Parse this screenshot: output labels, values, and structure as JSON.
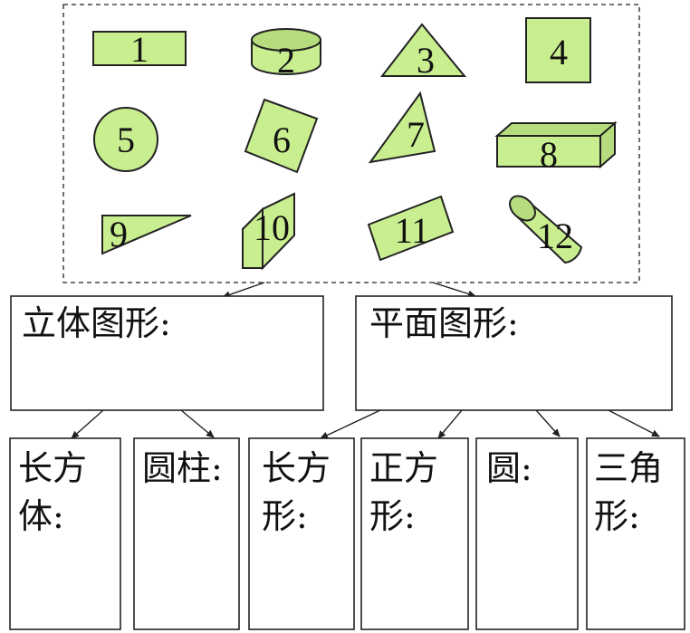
{
  "colors": {
    "shape_fill": "#c9ee8f",
    "shape_fill_dark": "#b7dc7d",
    "stroke": "#222222"
  },
  "shapes": [
    {
      "label": "1",
      "kind": "rectangle"
    },
    {
      "label": "2",
      "kind": "cylinder"
    },
    {
      "label": "3",
      "kind": "triangle"
    },
    {
      "label": "4",
      "kind": "square"
    },
    {
      "label": "5",
      "kind": "circle"
    },
    {
      "label": "6",
      "kind": "square"
    },
    {
      "label": "7",
      "kind": "triangle"
    },
    {
      "label": "8",
      "kind": "cuboid"
    },
    {
      "label": "9",
      "kind": "triangle"
    },
    {
      "label": "10",
      "kind": "cuboid"
    },
    {
      "label": "11",
      "kind": "rectangle"
    },
    {
      "label": "12",
      "kind": "cylinder"
    }
  ],
  "categories": {
    "solid": "立体图形:",
    "plane": "平面图形:"
  },
  "subcategories": {
    "cuboid": [
      "长方",
      "体:"
    ],
    "cylinder": [
      "圆柱:"
    ],
    "rectangle": [
      "长方",
      "形:"
    ],
    "square": [
      "正方",
      "形:"
    ],
    "circle": [
      "圆:"
    ],
    "triangle": [
      "三角",
      "形:"
    ]
  }
}
